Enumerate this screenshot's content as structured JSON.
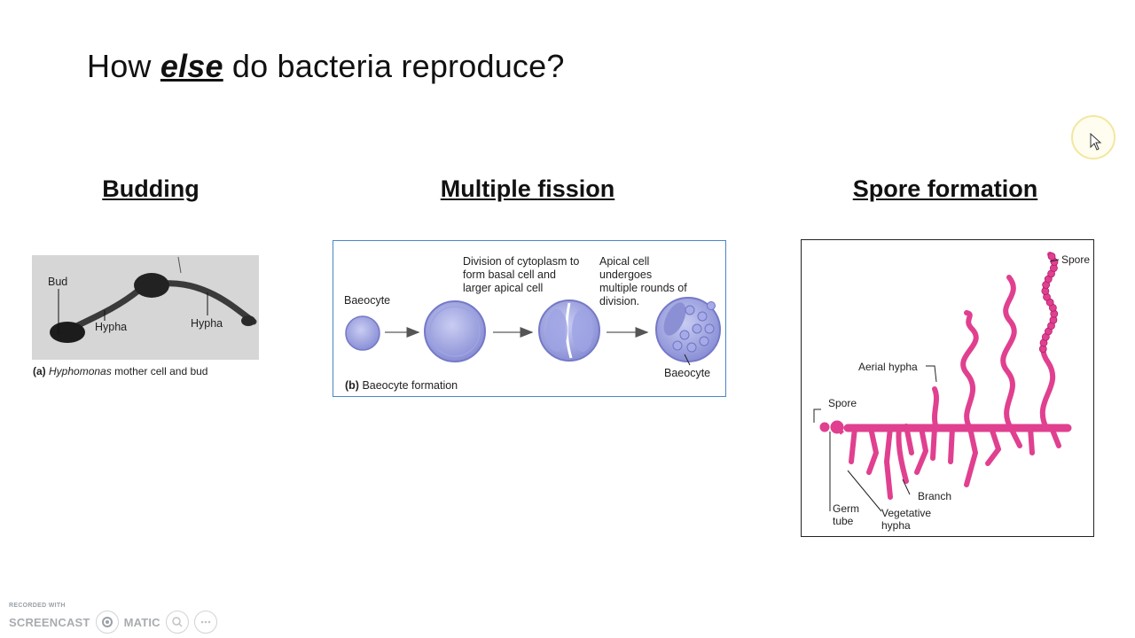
{
  "slide": {
    "title_before": "How ",
    "title_emphasis": "else",
    "title_after": " do bacteria reproduce?"
  },
  "sections": {
    "budding": "Budding",
    "multiple_fission": "Multiple fission",
    "spore_formation": "Spore formation"
  },
  "budding_figure": {
    "label_bud": "Bud",
    "label_hypha_1": "Hypha",
    "label_hypha_2": "Hypha",
    "caption_letter": "(a)",
    "caption_italic": "Hyphomonas",
    "caption_rest": " mother cell and bud"
  },
  "fission_figure": {
    "label_baeocyte_left": "Baeocyte",
    "label_division": "Division of cytoplasm to form basal cell and larger apical cell",
    "label_apical": "Apical cell undergoes multiple rounds of division.",
    "label_baeocyte_right": "Baeocyte",
    "caption_letter": "(b)",
    "caption_rest": " Baeocyte formation"
  },
  "spore_figure": {
    "label_spore_top": "Spore",
    "label_aerial": "Aerial hypha",
    "label_spore_left": "Spore",
    "label_branch": "Branch",
    "label_germ": "Germ tube",
    "label_vegetative": "Vegetative hypha",
    "hypha_color": "#e0408f"
  },
  "watermark": {
    "line1": "RECORDED WITH",
    "logo": "SCREENCAST",
    "logo_suffix": "MATIC"
  }
}
